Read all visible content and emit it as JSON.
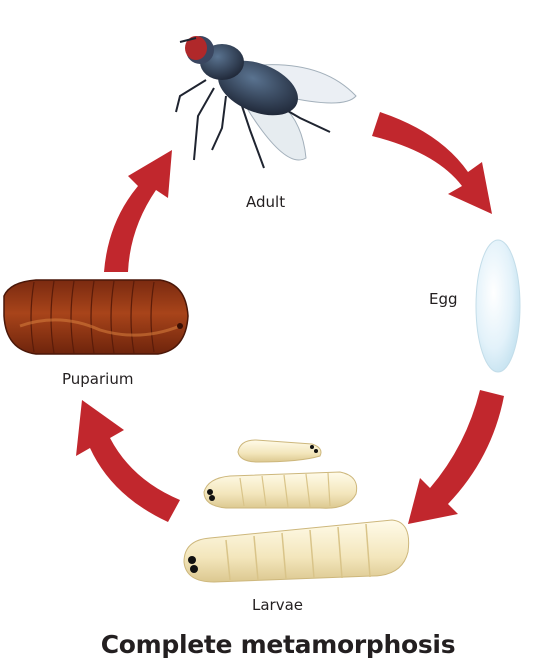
{
  "diagram": {
    "title": "Complete metamorphosis",
    "stages": {
      "adult": "Adult",
      "egg": "Egg",
      "larvae": "Larvae",
      "puparium": "Puparium"
    },
    "colors": {
      "arrow": "#c1272d",
      "egg": "#dff0f8",
      "larva": "#f6ecc9",
      "puparium": "#9b3d18",
      "fly_body": "#2f3d55",
      "fly_eye": "#b0282a"
    }
  }
}
